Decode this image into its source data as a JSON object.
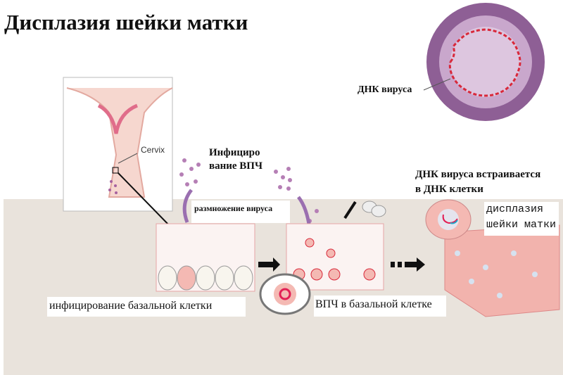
{
  "title": "Дисплазия шейки матки",
  "labels": {
    "virus_dna": "ДНК вируса",
    "cervix": "Cervix",
    "hpv_infection_line1": "Инфициро",
    "hpv_infection_line2": "вание ВПЧ",
    "virus_replication": "размножение вируса",
    "dna_integrates_line1": "ДНК вируса встраивается",
    "dna_integrates_line2": "в ДНК клетки",
    "dysplasia_line1": "дисплазия",
    "dysplasia_line2": "шейки матки",
    "basal_infection": "инфицирование базальной клетки",
    "hpv_in_basal": "ВПЧ в базальной клетке"
  },
  "colors": {
    "panel": "#e9e3dc",
    "virus": "#9a6fa0",
    "dna": "#d8283a",
    "cell_pink": "#f4b9b3"
  }
}
